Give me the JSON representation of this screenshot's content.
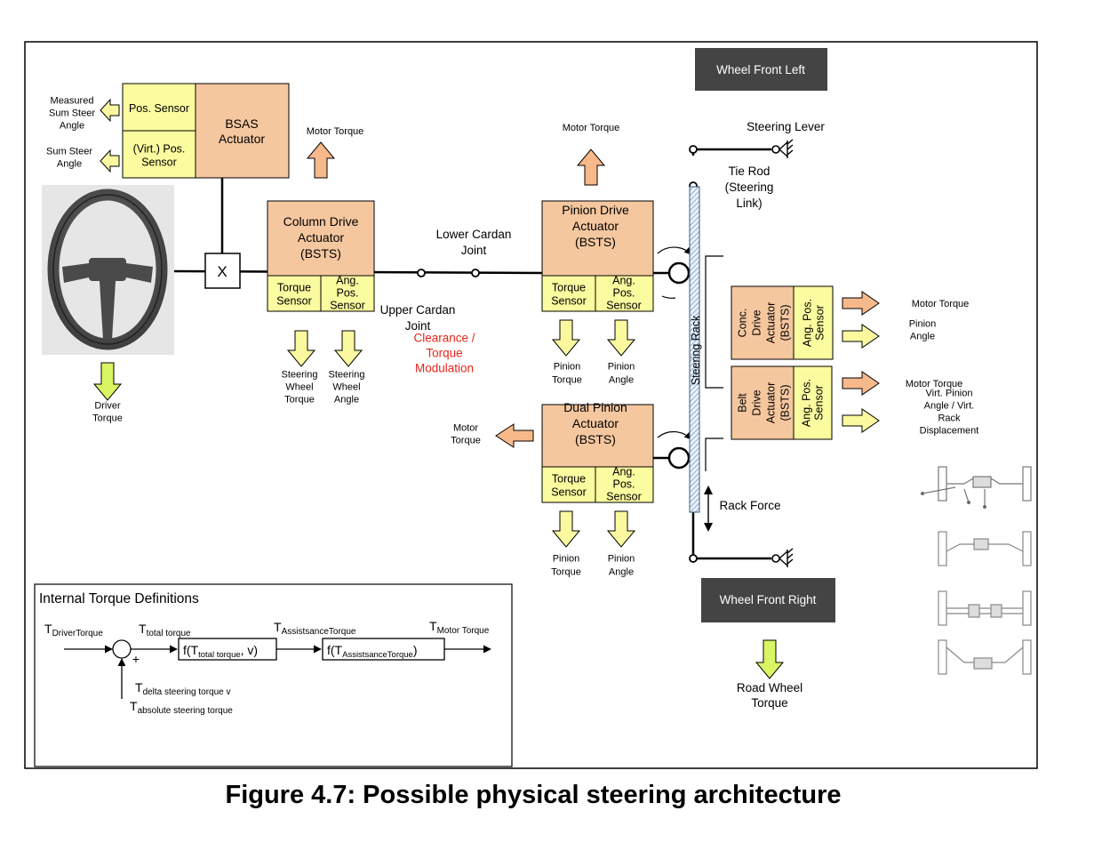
{
  "colors": {
    "actuator": "#f5c79f",
    "sensor": "#fbfb9f",
    "arrow_green": "#d9f564",
    "arrow_yellow": "#fbf99f",
    "arrow_orange": "#f7b88a",
    "dark_box": "#444444",
    "red_text": "#e8251b",
    "wheel": "#555555"
  },
  "bsas": {
    "pos_sensor": "Pos. Sensor",
    "virt_pos_sensor": "(Virt.) Pos. Sensor",
    "actuator": "BSAS Actuator",
    "out1": "Measured Sum Steer Angle",
    "out2": "Sum Steer Angle"
  },
  "junction_x": "X",
  "driver_torque": "Driver Torque",
  "column": {
    "actuator": "Column Drive Actuator (BSTS)",
    "torque_sensor": "Torque Sensor",
    "ang_sensor": "Ang. Pos. Sensor",
    "motor_torque": "Motor Torque",
    "out_torque": "Steering Wheel Torque",
    "out_angle": "Steering Wheel Angle"
  },
  "joints": {
    "lower": "Lower Cardan Joint",
    "upper": "Upper Cardan Joint",
    "clearance": "Clearance / Torque Modulation"
  },
  "pinion": {
    "actuator": "Pinion Drive Actuator (BSTS)",
    "torque_sensor": "Torque Sensor",
    "ang_sensor": "Ang. Pos. Sensor",
    "motor_torque": "Motor Torque",
    "out_torque": "Pinion Torque",
    "out_angle": "Pinion Angle"
  },
  "dual": {
    "actuator": "Dual Pinion Actuator (BSTS)",
    "torque_sensor": "Torque Sensor",
    "ang_sensor": "Ang. Pos. Sensor",
    "motor_torque": "Motor Torque",
    "out_torque": "Pinion Torque",
    "out_angle": "Pinion Angle"
  },
  "rack": {
    "wheel_front_left": "Wheel Front Left",
    "wheel_front_right": "Wheel Front Right",
    "steering_lever": "Steering Lever",
    "tie_rod": "Tie Rod (Steering Link)",
    "steering_rack": "Steering Rack",
    "rack_force": "Rack Force",
    "road_wheel_torque": "Road Wheel Torque"
  },
  "conc": {
    "actuator": "Conc. Drive Actuator (BSTS)",
    "sensor": "Ang. Pos. Sensor",
    "motor_torque": "Motor Torque",
    "pinion_angle": "Pinion Angle"
  },
  "belt": {
    "actuator": "Belt Drive Actuator (BSTS)",
    "sensor": "Ang. Pos. Sensor",
    "motor_torque": "Motor Torque",
    "virt": "Virt. Pinion Angle / Virt. Rack Displacement"
  },
  "definitions": {
    "title": "Internal Torque Definitions",
    "t_driver_main": "T",
    "t_driver_sub": "DriverTorque",
    "t_total_main": "T",
    "t_total_sub": "total torque",
    "t_assist_main": "T",
    "t_assist_sub": "AssistsanceTorque",
    "t_motor_main": "T",
    "t_motor_sub": "Motor Torque",
    "f1_pre": "f(T",
    "f1_sub": "total torque",
    "f1_post": ", v)",
    "f2_pre": "f(T",
    "f2_sub": "AssistsanceTorque",
    "f2_post": ")",
    "plus": "+",
    "delta_main": "T",
    "delta_sub": "delta steering torque v",
    "abs_main": "T",
    "abs_sub": "absolute steering torque"
  },
  "caption": "Figure 4.7: Possible physical steering architecture"
}
